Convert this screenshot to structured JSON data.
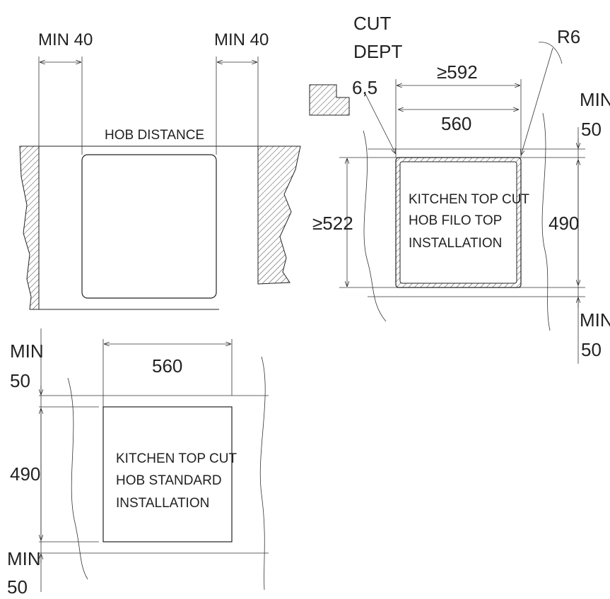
{
  "section_view": {
    "min_left": "MIN 40",
    "min_right": "MIN 40",
    "hob_distance": "HOB DISTANCE"
  },
  "filo_top": {
    "cut_line1": "CUT",
    "cut_line2": "DEPT",
    "cut_line3": "6,5",
    "radius": "R6",
    "width_outer": "≥592",
    "width_inner": "560",
    "depth_outer": "≥522",
    "depth_inner": "490",
    "min_top_line1": "MIN",
    "min_top_line2": "50",
    "min_bottom_line1": "MIN",
    "min_bottom_line2": "50",
    "label_line1": "KITCHEN TOP CUT",
    "label_line2": "HOB FILO TOP",
    "label_line3": "INSTALLATION"
  },
  "standard": {
    "width": "560",
    "depth": "490",
    "min_top_line1": "MIN",
    "min_top_line2": "50",
    "min_bottom_line1": "MIN",
    "min_bottom_line2": "50",
    "label_line1": "KITCHEN TOP CUT",
    "label_line2": "HOB STANDARD",
    "label_line3": "INSTALLATION"
  }
}
